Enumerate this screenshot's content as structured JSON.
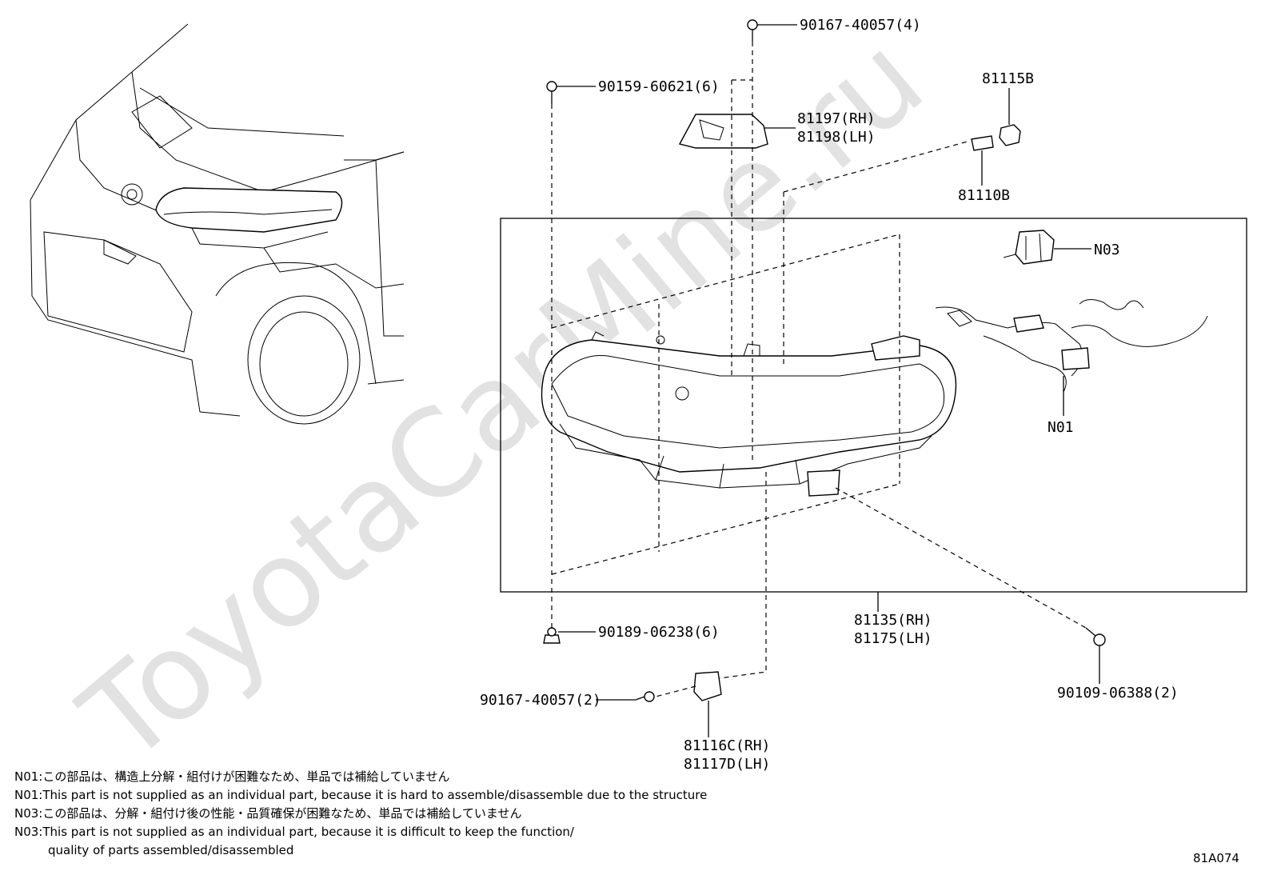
{
  "watermark": "ToyotaCarMine.ru",
  "diagram_code": "81A074",
  "callouts": {
    "screw_top": "90167-40057(4)",
    "clip_left": "90159-60621(6)",
    "bracket": [
      "81197(RH)",
      "81198(LH)"
    ],
    "socket": "81115B",
    "bulb": "81110B",
    "n03_label": "N03",
    "n01_label": "N01",
    "headlamp": [
      "81135(RH)",
      "81175(LH)"
    ],
    "nut_bottom": "90189-06238(6)",
    "screw_bottom_right": "90109-06388(2)",
    "screw_bottom_left": "90167-40057(2)",
    "lower_bracket": [
      "81116C(RH)",
      "81117D(LH)"
    ]
  },
  "notes": [
    "N01:この部品は、構造上分解・組付けが困難なため、単品では補給していません",
    "N01:This part is not supplied as an individual part, because it is hard to assemble/disassemble due to the structure",
    "N03:この部品は、分解・組付け後の性能・品質確保が困難なため、単品では補給していません",
    "N03:This part is not supplied as an individual part, because it is difficult to keep the function/",
    "quality of parts assembled/disassembled"
  ]
}
